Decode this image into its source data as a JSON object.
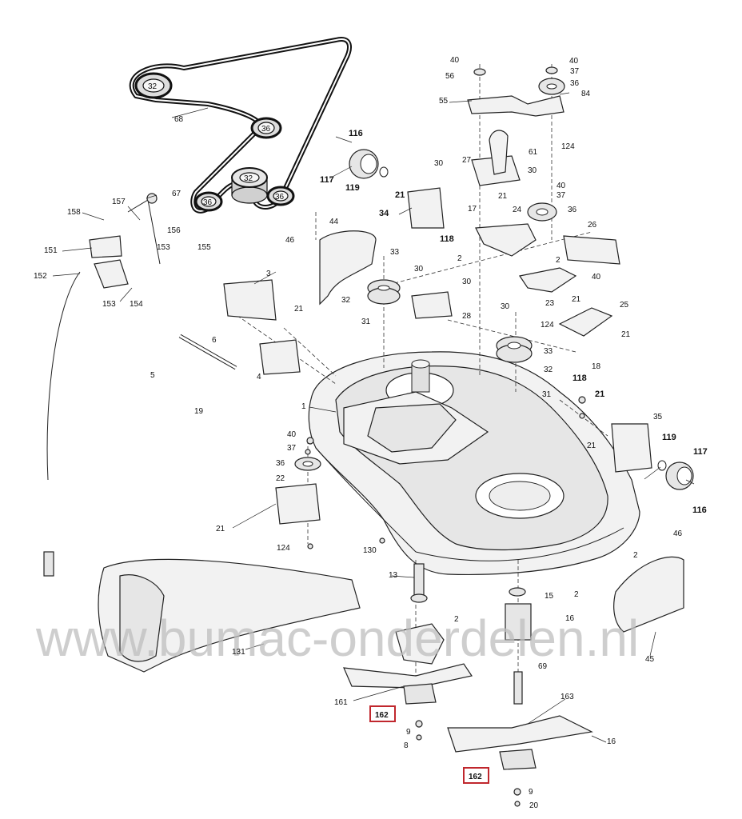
{
  "watermark": "www.bumac-onderdelen.nl",
  "highlight_color": "#c0272d",
  "labels": {
    "l40a": "40",
    "l40b": "40",
    "l56": "56",
    "l37a": "37",
    "l36a": "36",
    "l84": "84",
    "l55": "55",
    "l124a": "124",
    "l61": "61",
    "l30a": "30",
    "l30b": "30",
    "l27": "27",
    "l40c": "40",
    "l37b": "37",
    "l36b": "36",
    "l21a": "21",
    "l17": "17",
    "l24": "24",
    "l26": "26",
    "l116a": "116",
    "l117a": "117",
    "l119a": "119",
    "l21b": "21",
    "l34": "34",
    "l118a": "118",
    "l68": "68",
    "l32a": "32",
    "l36c": "36",
    "l32b": "32",
    "l36d": "36",
    "l36e": "36",
    "l67": "67",
    "l157": "157",
    "l158": "158",
    "l46a": "46",
    "l44": "44",
    "l151": "151",
    "l156": "156",
    "l153a": "153",
    "l155": "155",
    "l152": "152",
    "l153b": "153",
    "l154": "154",
    "l33a": "33",
    "l30c": "30",
    "l2a": "2",
    "l30d": "30",
    "l2b": "2",
    "l40d": "40",
    "l3": "3",
    "l32c": "32",
    "l23": "23",
    "l21c": "21",
    "l25": "25",
    "l21d": "21",
    "l31a": "31",
    "l28": "28",
    "l30e": "30",
    "l124b": "124",
    "l21e": "21",
    "l6": "6",
    "l33b": "33",
    "l32d": "32",
    "l18": "18",
    "l5": "5",
    "l4": "4",
    "l118b": "118",
    "l31b": "31",
    "l21f": "21",
    "l19": "19",
    "l1": "1",
    "l35": "35",
    "l40e": "40",
    "l37c": "37",
    "l21g": "21",
    "l119b": "119",
    "l117b": "117",
    "l36f": "36",
    "l22": "22",
    "l116b": "116",
    "l21h": "21",
    "l124c": "124",
    "l130": "130",
    "l46b": "46",
    "l2c": "2",
    "l13": "13",
    "l15": "15",
    "l2d": "2",
    "l2e": "2",
    "l16a": "16",
    "l131": "131",
    "l45": "45",
    "l69": "69",
    "l163": "163",
    "l161": "161",
    "l9a": "9",
    "l8": "8",
    "l16b": "16",
    "l9b": "9",
    "l20": "20"
  },
  "highlighted": [
    "162",
    "162"
  ]
}
